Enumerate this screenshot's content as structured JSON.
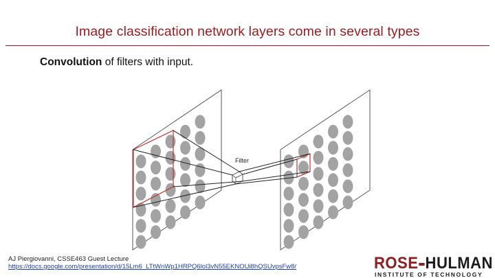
{
  "slide": {
    "title": "Image classification network layers come in several types",
    "bullet_bold": "Convolution",
    "bullet_rest": " of filters with input."
  },
  "figure": {
    "filter_label": "Filter"
  },
  "credit": {
    "line1": "AJ Piergiovanni, CSSE463 Guest Lecture",
    "link": "https://docs.google.com/presentation/d/15Lm6_LTtWnWp1HRPQ6lol3vN55EKNOUi8hQSUvpsFw8/"
  },
  "logo": {
    "part1": "ROSE",
    "part2": "HULMAN",
    "tagline": "INSTITUTE OF TECHNOLOGY"
  },
  "colors": {
    "title": "#9a1b1f",
    "highlight": "#c0312f",
    "dot": "#a3a3a3"
  }
}
